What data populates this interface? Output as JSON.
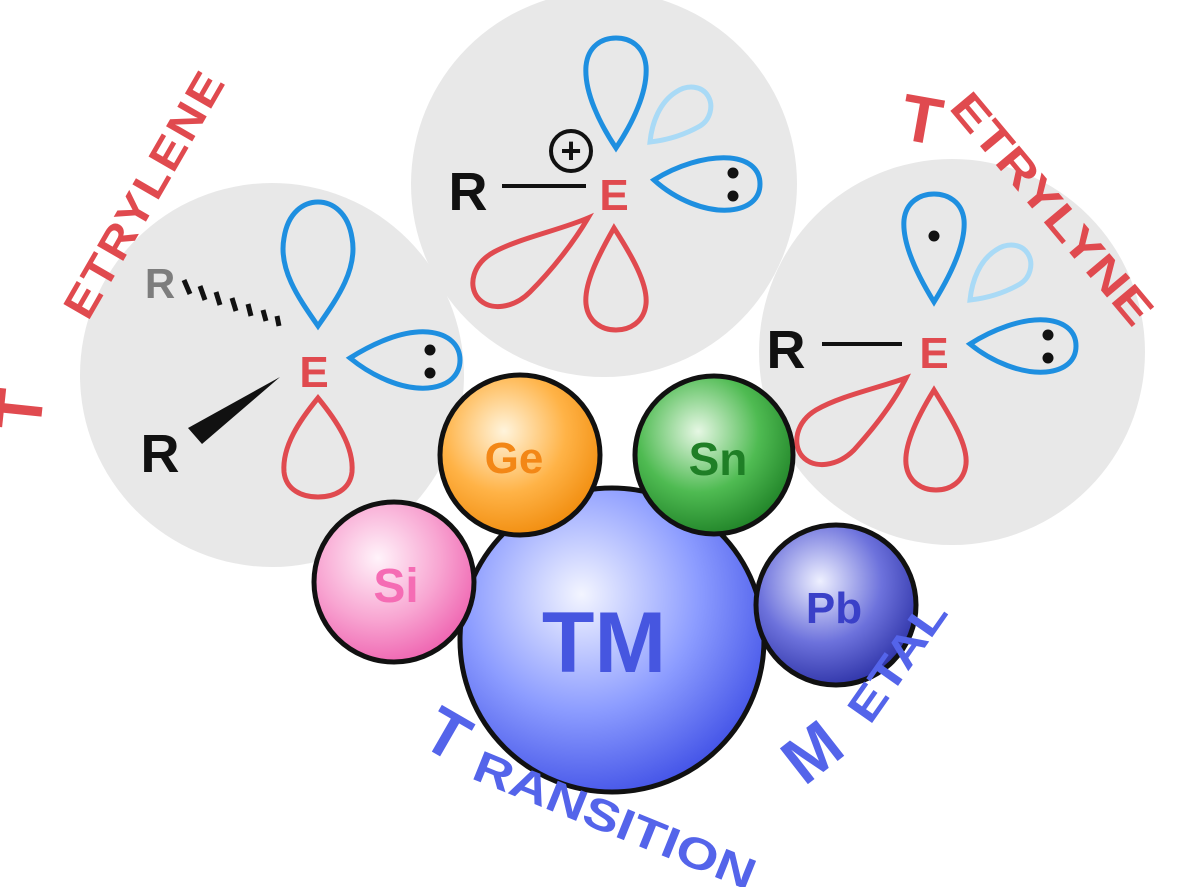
{
  "colors": {
    "red": "#e04a4f",
    "blue": "#1e8fe0",
    "light_blue": "#a9daf6",
    "gray_bg": "#e8e8e8",
    "black": "#111111",
    "purple_blue": "#5464ea"
  },
  "labels": {
    "tetrylene": {
      "initial": "T",
      "rest": "ETRYLENE"
    },
    "tetrylyne": {
      "initial": "T",
      "rest": "ETRYLYNE"
    },
    "transition": {
      "initial": "T",
      "rest": "RANSITION"
    },
    "metal": {
      "initial": "M",
      "rest": "ETAL"
    }
  },
  "left_structure": {
    "element": "E",
    "substituent_hashed": "R",
    "substituent_wedge": "R"
  },
  "center_structure": {
    "element": "E",
    "substituent": "R",
    "charge": "+"
  },
  "right_structure": {
    "element": "E",
    "substituent": "R"
  },
  "spheres": {
    "tm": "TM",
    "si": "Si",
    "ge": "Ge",
    "sn": "Sn",
    "pb": "Pb"
  }
}
